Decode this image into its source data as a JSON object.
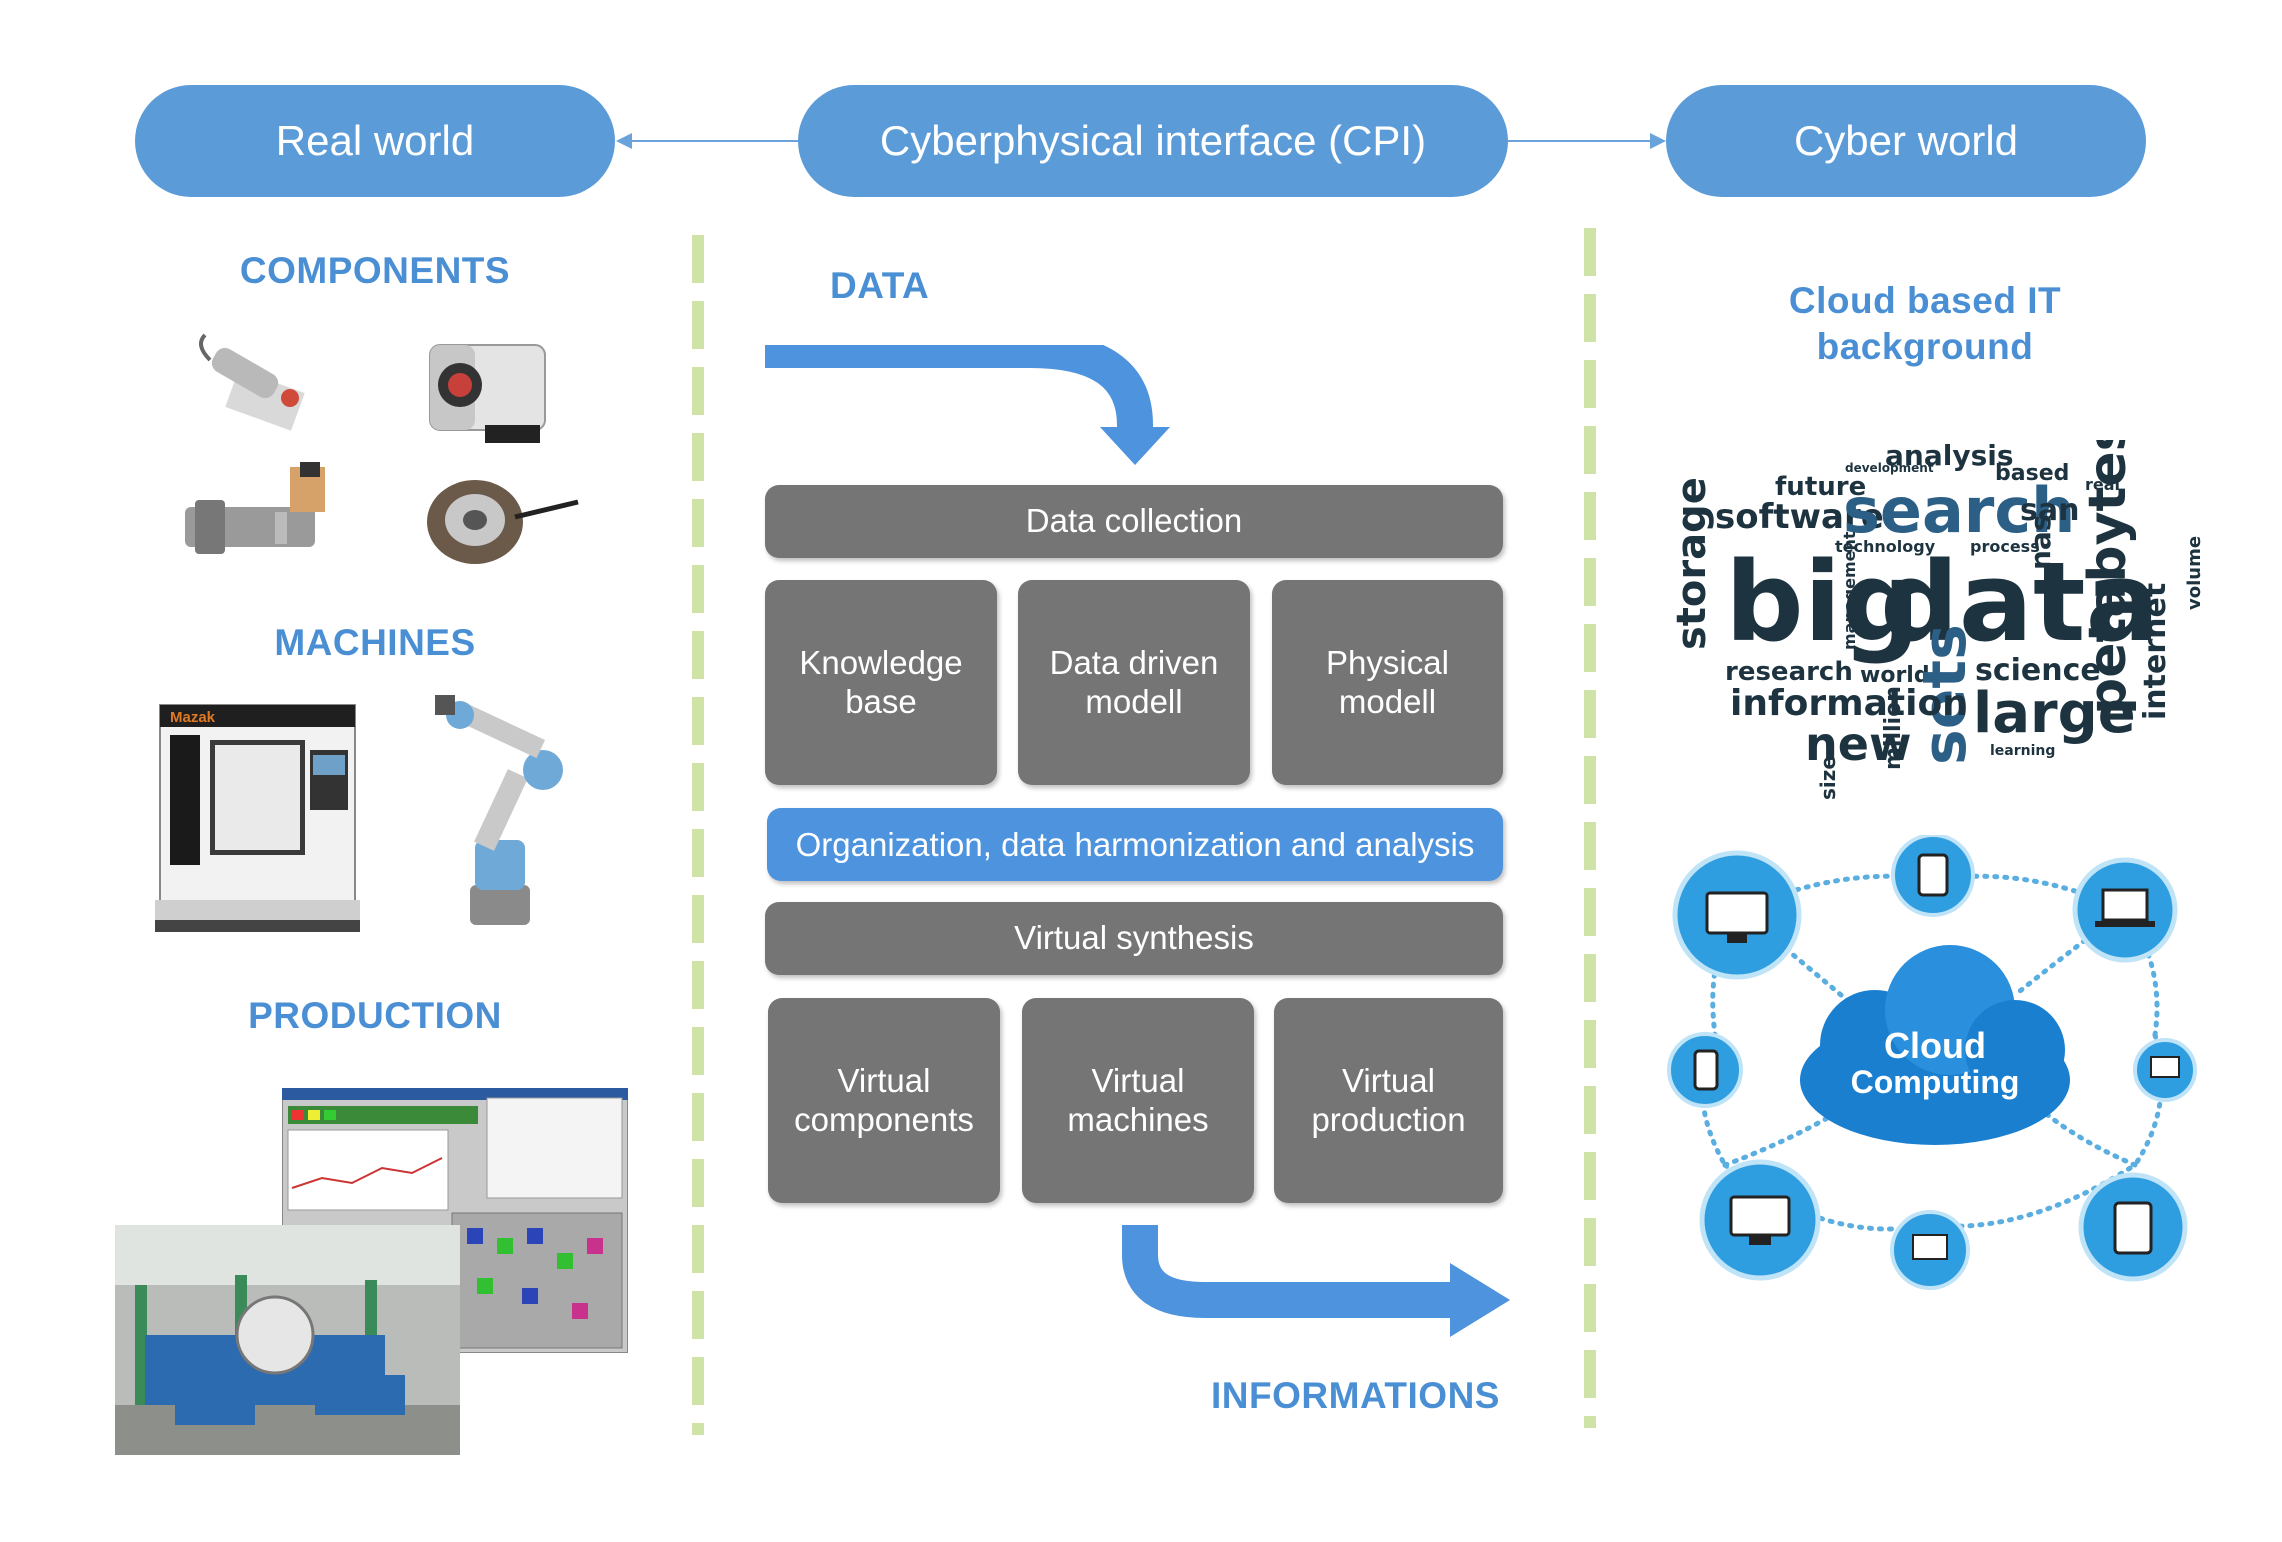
{
  "header": {
    "real_world": "Real world",
    "cpi": "Cyberphysical interface (CPI)",
    "cyber_world": "Cyber world"
  },
  "left": {
    "components": "COMPONENTS",
    "machines": "MACHINES",
    "production": "PRODUCTION",
    "machine_brand": "Mazak"
  },
  "middle": {
    "data": "DATA",
    "data_collection": "Data collection",
    "knowledge_base": [
      "Knowledge",
      "base"
    ],
    "data_driven": [
      "Data driven",
      "modell"
    ],
    "physical": [
      "Physical",
      "modell"
    ],
    "organization": "Organization, data harmonization and analysis",
    "virtual_synthesis": "Virtual synthesis",
    "virtual_components": [
      "Virtual",
      "components"
    ],
    "virtual_machines": [
      "Virtual",
      "machines"
    ],
    "virtual_production": [
      "Virtual",
      "production"
    ],
    "informations": "INFORMATIONS"
  },
  "right": {
    "cloud_title": [
      "Cloud based IT",
      "background"
    ],
    "wordcloud": [
      "analysis",
      "future",
      "development",
      "based",
      "software",
      "search",
      "san",
      "storage",
      "big",
      "data",
      "petabytes",
      "nas",
      "management",
      "technology",
      "process",
      "research",
      "world",
      "sets",
      "science",
      "information",
      "large",
      "internet",
      "new",
      "million",
      "size",
      "volume",
      "learning",
      "real"
    ],
    "cloud_label": [
      "Cloud",
      "Computing"
    ]
  },
  "colors": {
    "pill": "#5b9bd8",
    "heading": "#4a8fd4",
    "gray_box": "#757575",
    "blue_box": "#4d93de",
    "divider": "#cfe3a6",
    "arrow": "#4d93de"
  }
}
